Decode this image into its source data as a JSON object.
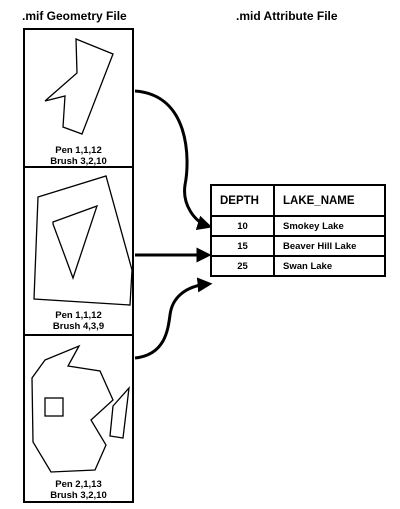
{
  "titles": {
    "geometry": ".mif Geometry File",
    "attribute": ".mid Attribute File"
  },
  "panels": [
    {
      "pen": "Pen 1,1,12",
      "brush": "Brush 3,2,10"
    },
    {
      "pen": "Pen 1,1,12",
      "brush": "Brush 4,3,9"
    },
    {
      "pen": "Pen 2,1,13",
      "brush": "Brush 3,2,10"
    }
  ],
  "table": {
    "headers": [
      "DEPTH",
      "LAKE_NAME"
    ],
    "rows": [
      {
        "depth": "10",
        "name": "Smokey Lake"
      },
      {
        "depth": "15",
        "name": "Beaver Hill Lake"
      },
      {
        "depth": "25",
        "name": "Swan Lake"
      }
    ]
  }
}
